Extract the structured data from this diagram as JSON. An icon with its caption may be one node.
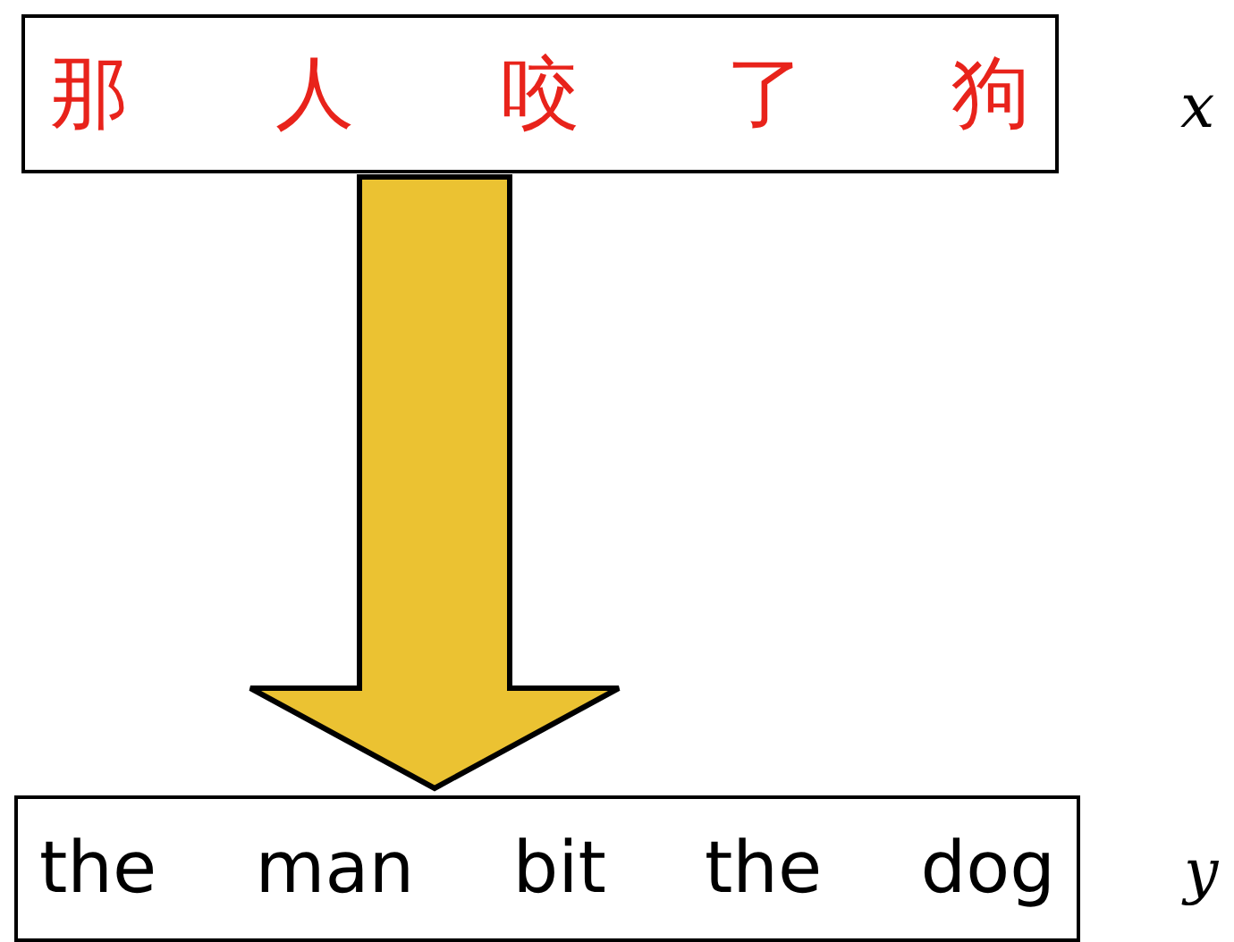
{
  "diagram": {
    "nodes": [
      {
        "text": [
          "那 人 咬 了 狗"
        ]
      },
      {
        "text": [
          "the man bit the dog"
        ]
      }
    ],
    "edges": [
      {
        "from": 0,
        "to": 1,
        "arrow": "to"
      }
    ],
    "labels": [
      "x",
      "y"
    ]
  }
}
